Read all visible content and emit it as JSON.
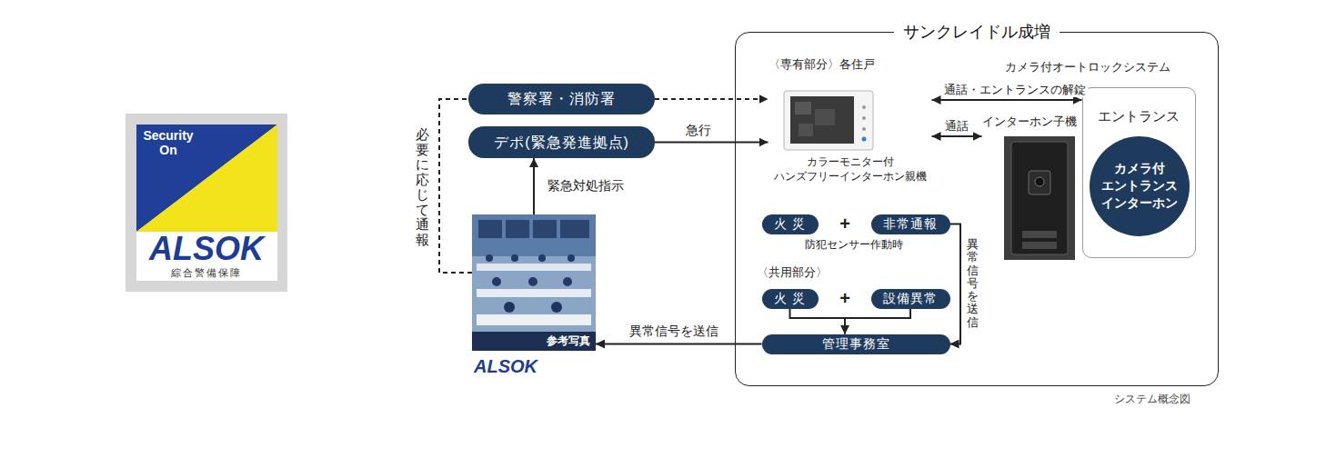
{
  "diagram": {
    "caption": "システム概念図",
    "nodes": [
      {
        "text": [
          "Security On",
          "ALSOK",
          "綜合警備保障"
        ]
      },
      {
        "text": [
          "警察署・消防署"
        ]
      },
      {
        "text": [
          "デポ(緊急発進拠点)"
        ]
      },
      {
        "text": [
          "参考写真",
          "ALSOK"
        ]
      },
      {
        "text": [
          "サンクレイドル成増"
        ]
      },
      {
        "text": [
          "〈専有部分〉各住戸",
          "カラーモニター付 ハンズフリーインターホン親機"
        ],
        "in": 4
      },
      {
        "text": [
          "エントランス"
        ],
        "in": 4
      },
      {
        "text": [
          "カメラ付 エントランス インターホン"
        ],
        "in": 6
      },
      {
        "text": [
          "インターホン子機"
        ],
        "in": 4
      },
      {
        "text": [
          "火 災"
        ],
        "in": 4
      },
      {
        "text": [
          "非常通報"
        ],
        "in": 4
      },
      {
        "text": [
          "火 災"
        ],
        "in": 4
      },
      {
        "text": [
          "設備異常"
        ],
        "in": 4
      },
      {
        "text": [
          "管理事務室"
        ],
        "in": 4
      }
    ],
    "edges": [
      {
        "from": 1,
        "to": 5,
        "arrow": "to"
      },
      {
        "from": 2,
        "to": 5,
        "label": "急行",
        "arrow": "to"
      },
      {
        "from": 3,
        "to": 2,
        "label": "緊急対処指示",
        "arrow": "to"
      },
      {
        "from": 3,
        "to": 1,
        "label": "必要に応じて通報",
        "arrow": "none"
      },
      {
        "from": 5,
        "to": 6,
        "label": "通話・エントランスの解錠",
        "arrow": "both"
      },
      {
        "from": 5,
        "to": 8,
        "label": "通話",
        "arrow": "both"
      },
      {
        "from": 10,
        "to": 13,
        "label": "異常信号を送信",
        "arrow": "to"
      },
      {
        "from": 11,
        "to": 13,
        "arrow": "to"
      },
      {
        "from": 12,
        "to": 13,
        "arrow": "to"
      },
      {
        "from": 13,
        "to": 3,
        "label": "異常信号を送信",
        "arrow": "to"
      }
    ],
    "labels": [
      "カメラ付オートロックシステム",
      "+",
      "防犯センサー作動時",
      "〈共用部分〉",
      "+"
    ]
  }
}
